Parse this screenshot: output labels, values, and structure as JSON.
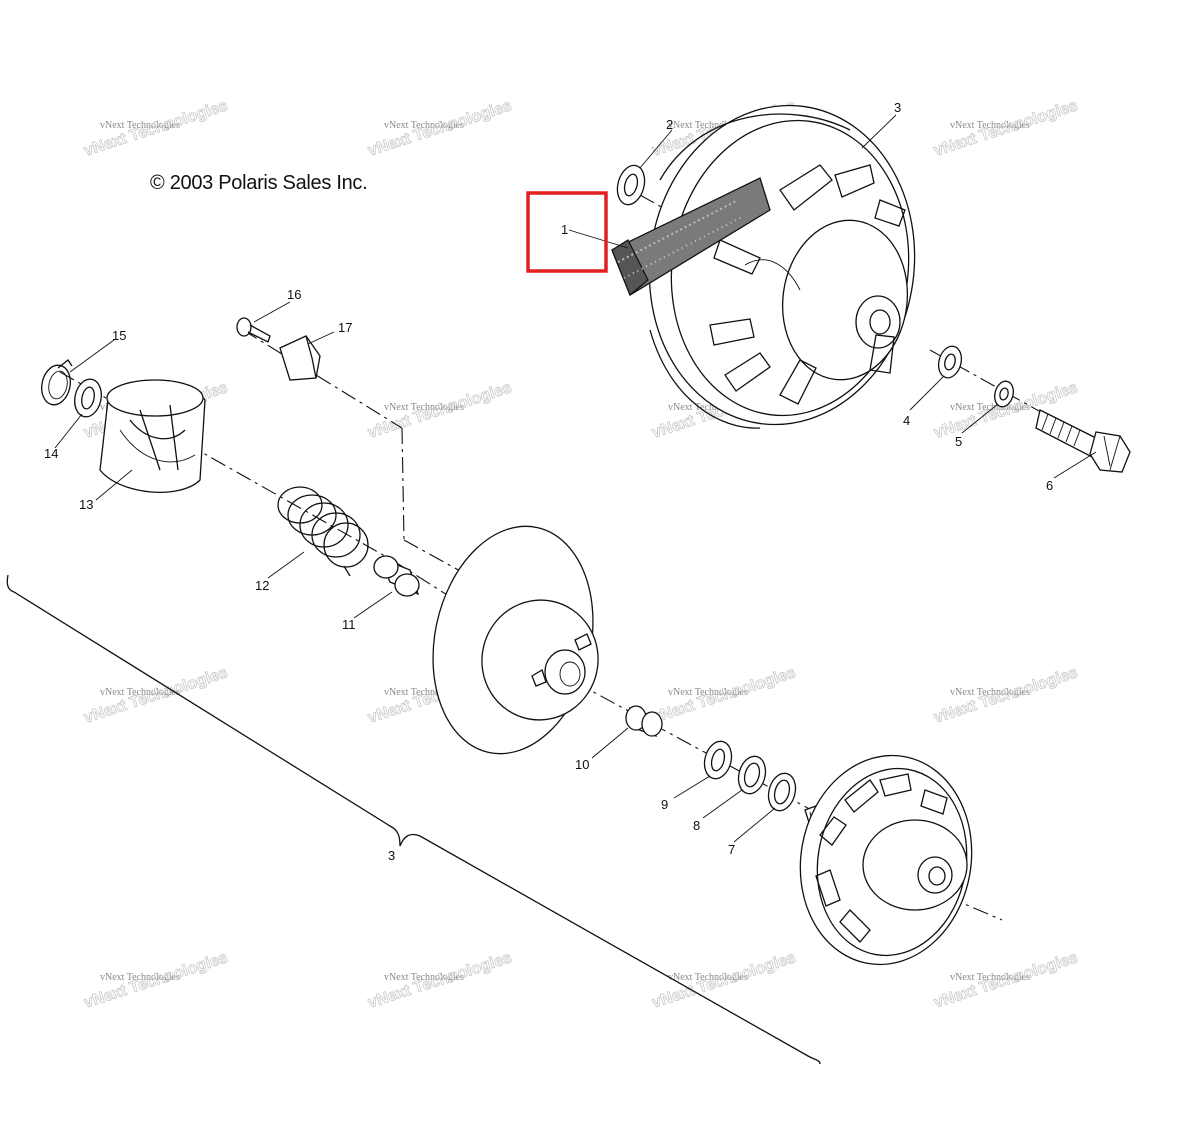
{
  "copyright": "© 2003 Polaris Sales Inc.",
  "watermark": {
    "line1": "vNext Technologies",
    "line2": "vNext Technologies"
  },
  "callouts": [
    "1",
    "2",
    "3",
    "4",
    "5",
    "6",
    "7",
    "8",
    "9",
    "10",
    "11",
    "12",
    "13",
    "14",
    "15",
    "16",
    "17",
    "3"
  ],
  "highlight_color": "#e02020"
}
